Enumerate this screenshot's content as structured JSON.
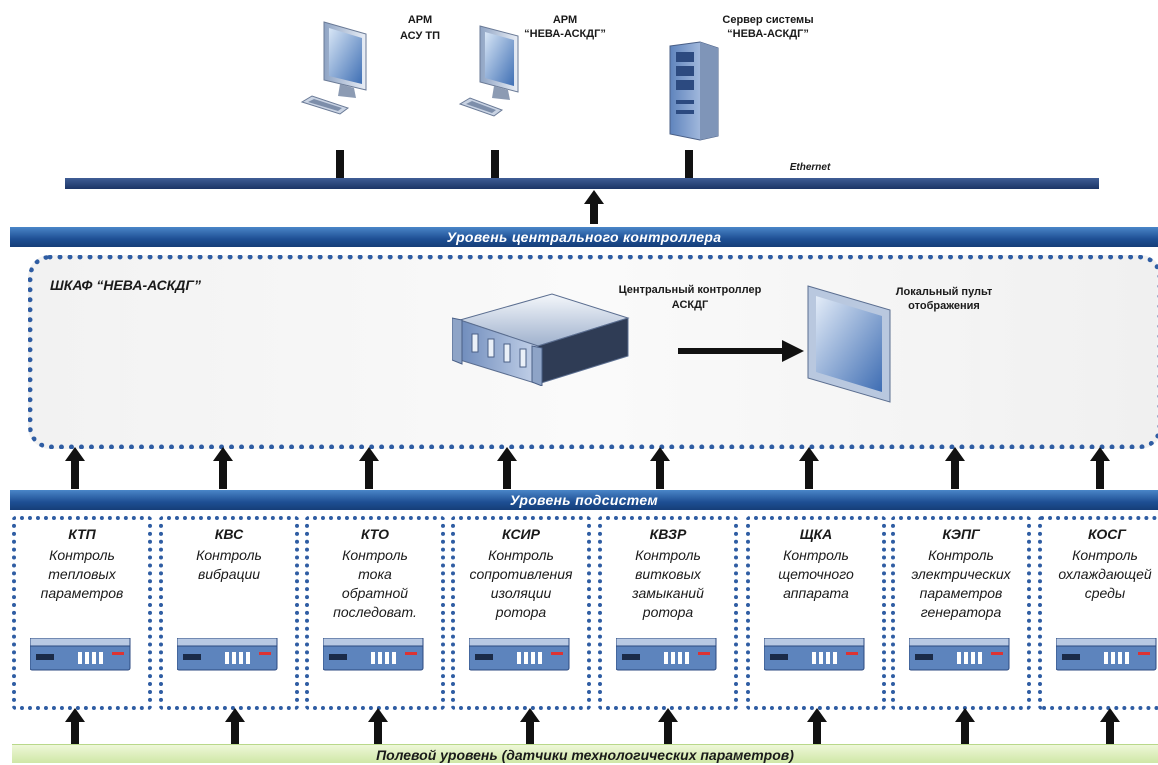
{
  "top_nodes": {
    "arm_asutp": {
      "line1": "АРМ",
      "line2": "АСУ ТП"
    },
    "arm_neva": {
      "line1": "АРМ",
      "line2": "“НЕВА-АСКДГ”"
    },
    "server": {
      "line1": "Сервер системы",
      "line2": "“НЕВА-АСКДГ”"
    }
  },
  "ethernet_label": "Ethernet",
  "central_level_label": "Уровень центрального контроллера",
  "cabinet": {
    "title": "ШКАФ “НЕВА-АСКДГ”",
    "controller": {
      "line1": "Центральный контроллер",
      "line2": "АСКДГ"
    },
    "panel": {
      "line1": "Локальный пульт",
      "line2": "отображения"
    }
  },
  "subsystem_level_label": "Уровень подсистем",
  "subsystems": [
    {
      "code": "КТП",
      "lines": [
        "Контроль",
        "тепловых",
        "параметров"
      ]
    },
    {
      "code": "КВС",
      "lines": [
        "Контроль",
        "вибрации"
      ]
    },
    {
      "code": "КТО",
      "lines": [
        "Контроль",
        "тока",
        "обратной",
        "последоват."
      ]
    },
    {
      "code": "КСИР",
      "lines": [
        "Контроль",
        "сопротивления",
        "изоляции",
        "ротора"
      ]
    },
    {
      "code": "КВЗР",
      "lines": [
        "Контроль",
        "витковых",
        "замыканий",
        "ротора"
      ]
    },
    {
      "code": "ЩКА",
      "lines": [
        "Контроль",
        "щеточного",
        "аппарата"
      ]
    },
    {
      "code": "КЭПГ",
      "lines": [
        "Контроль",
        "электрических",
        "параметров",
        "генератора"
      ]
    },
    {
      "code": "КОСГ",
      "lines": [
        "Контроль",
        "охлаждающей",
        "среды"
      ]
    }
  ],
  "field_level_label": "Полевой уровень (датчики технологических параметров)"
}
